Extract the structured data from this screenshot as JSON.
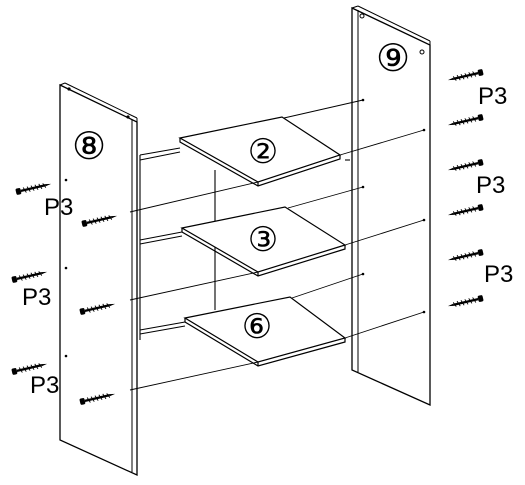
{
  "panels": {
    "left_panel_number": "⑧",
    "right_panel_number": "⑨"
  },
  "shelves": {
    "top_number": "②",
    "middle_number": "③",
    "bottom_number": "⑥"
  },
  "screw_labels": {
    "left_1": "P3",
    "left_2": "P3",
    "left_3": "P3",
    "right_1": "P3",
    "right_2": "P3",
    "right_3": "P3"
  }
}
